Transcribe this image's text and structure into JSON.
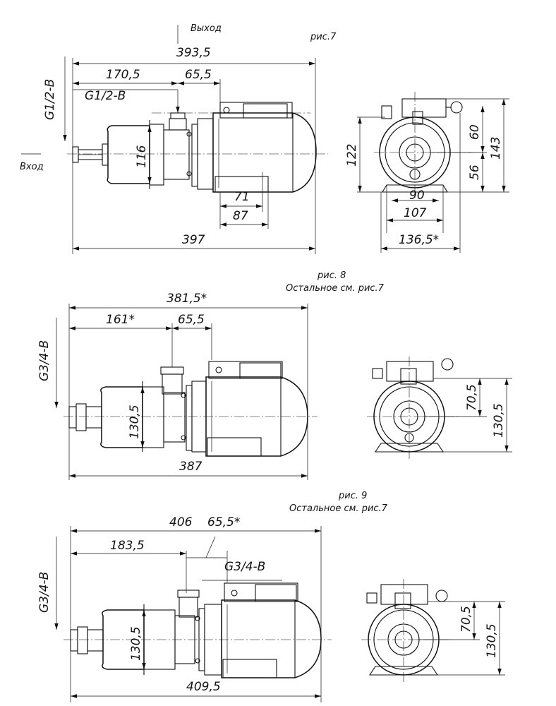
{
  "fig7": {
    "caption": "рис.7",
    "outlet_label": "Выход",
    "inlet_label": "Вход",
    "dims": {
      "overall_top": "393,5",
      "to_outlet": "170,5",
      "outlet_offset": "65,5",
      "thread_outlet": "G1/2-B",
      "thread_inlet": "G1/2-B",
      "housing_height": "116",
      "feet_inner": "71",
      "feet_outer": "87",
      "overall_bottom": "397"
    },
    "side": {
      "dim_122": "122",
      "dim_60": "60",
      "dim_56": "56",
      "dim_143": "143",
      "dim_90": "90",
      "dim_107": "107",
      "dim_136_5": "136,5*"
    }
  },
  "fig8": {
    "caption": "рис. 8",
    "note": "Остальное см. рис.7",
    "dims": {
      "overall_top": "381,5*",
      "to_outlet": "161*",
      "outlet_offset": "65,5",
      "thread_inlet": "G3/4-B",
      "housing_height": "130,5",
      "overall_bottom": "387"
    },
    "side": {
      "dim_70_5": "70,5",
      "dim_130_5": "130,5"
    }
  },
  "fig9": {
    "caption": "рис. 9",
    "note": "Остальное см. рис.7",
    "dims": {
      "overall_top": "406",
      "outlet_offset": "65,5*",
      "to_outlet": "183,5",
      "thread_outlet": "G3/4-B",
      "thread_inlet": "G3/4-B",
      "housing_height": "130,5",
      "overall_bottom": "409,5"
    },
    "side": {
      "dim_70_5": "70,5",
      "dim_130_5": "130,5"
    }
  }
}
